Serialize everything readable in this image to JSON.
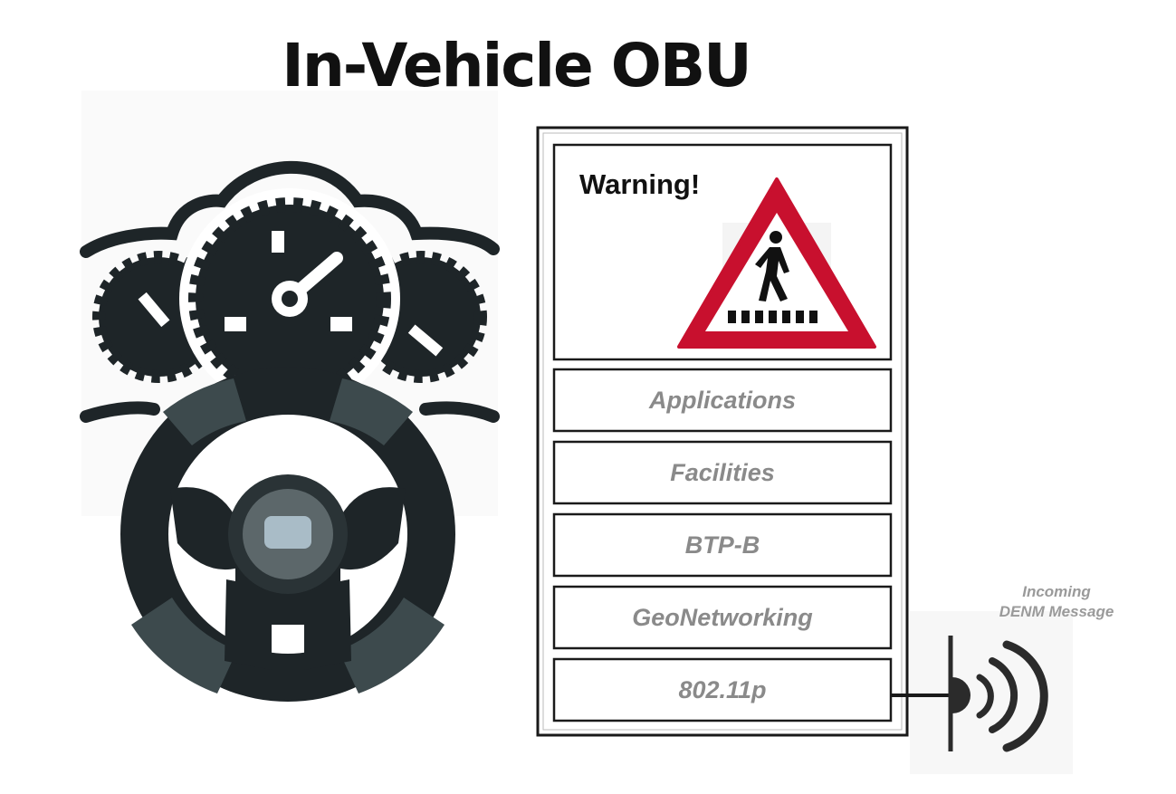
{
  "title": "In-Vehicle OBU",
  "warning": {
    "label": "Warning!",
    "sign": "pedestrian-crossing-warning-sign"
  },
  "stack": {
    "layers": [
      {
        "label": "Applications"
      },
      {
        "label": "Facilities"
      },
      {
        "label": "BTP-B"
      },
      {
        "label": "GeoNetworking"
      },
      {
        "label": "802.11p"
      }
    ]
  },
  "antenna": {
    "label_line1": "Incoming",
    "label_line2": "DENM Message",
    "icon": "antenna-broadcast-icon"
  },
  "illustration": {
    "icons": [
      "speedometer-gauge-icon",
      "steering-wheel-icon"
    ]
  },
  "colors": {
    "dark": "#1e2528",
    "wheel_grey": "#3d4a4d",
    "wheel_center": "#5c676a",
    "wheel_button": "#a9bcc7",
    "sign_red": "#c8102e",
    "layer_text": "#8a8a8a",
    "border": "#1a1a1a"
  }
}
